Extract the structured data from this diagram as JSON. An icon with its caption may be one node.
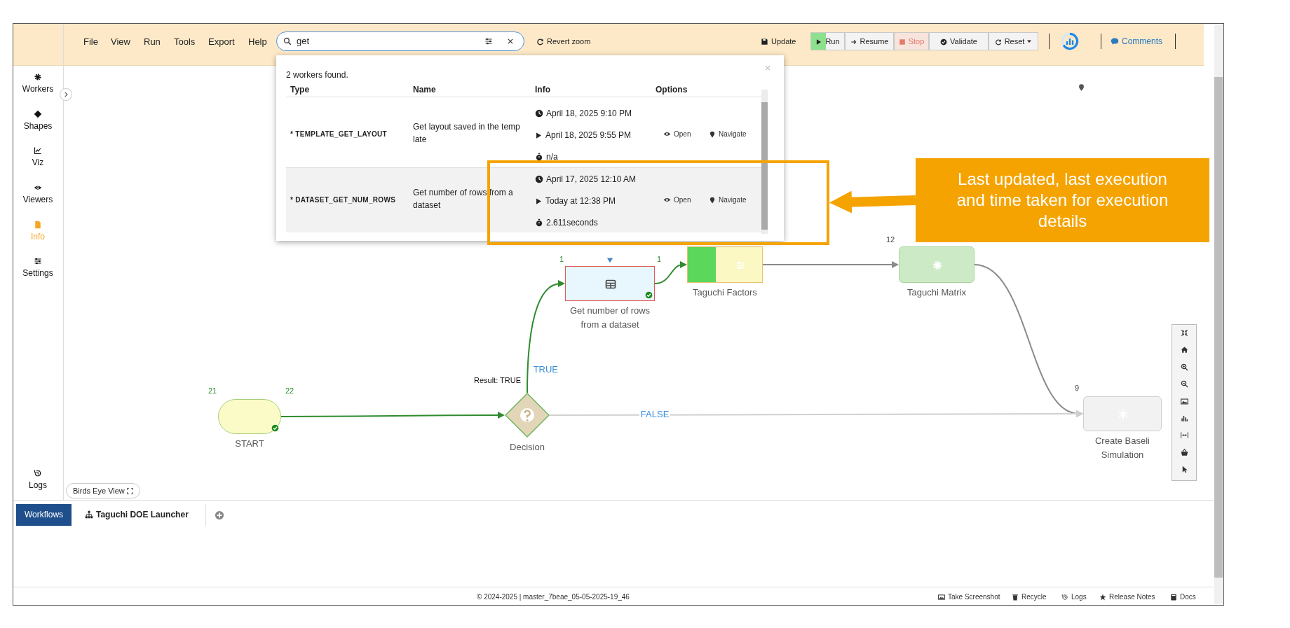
{
  "diagram": {
    "nodes": [
      {
        "text": [],
        "shape": "box"
      },
      {
        "text": [
          "Last updated, last execution and time taken for execution details"
        ]
      },
      {
        "text": [
          "Get number of rows from a dataset"
        ],
        "beside": [
          "1",
          "1"
        ]
      },
      {
        "text": [
          "Taguchi Factors"
        ]
      },
      {
        "text": [
          "Taguchi Matrix"
        ],
        "beside": [
          "12"
        ]
      },
      {
        "text": [
          "START"
        ],
        "beside": [
          "21",
          "22"
        ]
      },
      {
        "text": [
          "Decision"
        ],
        "beside": [
          "Result: TRUE"
        ]
      },
      {
        "text": [
          "Create Baseli Simulation"
        ],
        "beside": [
          "9"
        ]
      }
    ],
    "edges": [
      {
        "from": 1,
        "to": 0,
        "arrow": "to",
        "style": "thick",
        "color": "#f5a300"
      },
      {
        "from": 5,
        "to": 6,
        "arrow": "to"
      },
      {
        "from": 6,
        "to": 2,
        "arrow": "to",
        "label": "TRUE"
      },
      {
        "from": 2,
        "to": 3,
        "arrow": "to"
      },
      {
        "from": 3,
        "to": 4,
        "arrow": "to",
        "color": "#8a8a8a"
      },
      {
        "from": 4,
        "to": 7,
        "arrow": "to",
        "color": "#8a8a8a"
      },
      {
        "from": 6,
        "to": 7,
        "arrow": "to",
        "label": "FALSE",
        "color": "#d0d0d0"
      }
    ],
    "labels": [
      "File",
      "View",
      "Run",
      "Tools",
      "Export",
      "Help",
      "get",
      "Revert zoom",
      "Update",
      "Run",
      "Resume",
      "Stop",
      "Validate",
      "Reset",
      "Comments",
      "Workers",
      "Shapes",
      "Viz",
      "Viewers",
      "Info",
      "Settings",
      "2 workers found.",
      "Type",
      "Name",
      "Info",
      "Options",
      "* TEMPLATE_GET_LAYOUT",
      "Get layout saved in the temp late",
      "April 18, 2025 9:10 PM",
      "April 18, 2025 9:55 PM",
      "n/a",
      "Open",
      "Navigate",
      "* DATASET_GET_NUM_ROWS",
      "Get number of rows from a dataset",
      "April 17, 2025 12:10 AM",
      "Today at 12:38 PM",
      "2.611seconds",
      "Open",
      "Navigate",
      "Logs",
      "Birds Eye View",
      "Workflows",
      "Taguchi DOE Launcher",
      "© 2024-2025 | master_7beae_05-05-2025-19_46",
      "Take Screenshot",
      "Recycle",
      "Logs",
      "Release Notes",
      "Docs"
    ]
  }
}
